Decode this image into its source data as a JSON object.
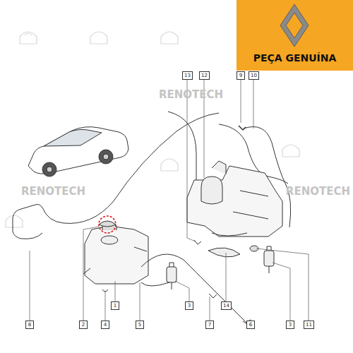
{
  "diagram": {
    "nodes": [
      {
        "text": [
          "PEÇA GENUÍNA"
        ]
      }
    ],
    "labels": [
      "RENOTECH",
      "RENOTECH",
      "RENOTECH",
      "13",
      "12",
      "9",
      "10",
      "8",
      "2",
      "4",
      "1",
      "5",
      "3",
      "7",
      "14",
      "6",
      "3",
      "11"
    ]
  }
}
